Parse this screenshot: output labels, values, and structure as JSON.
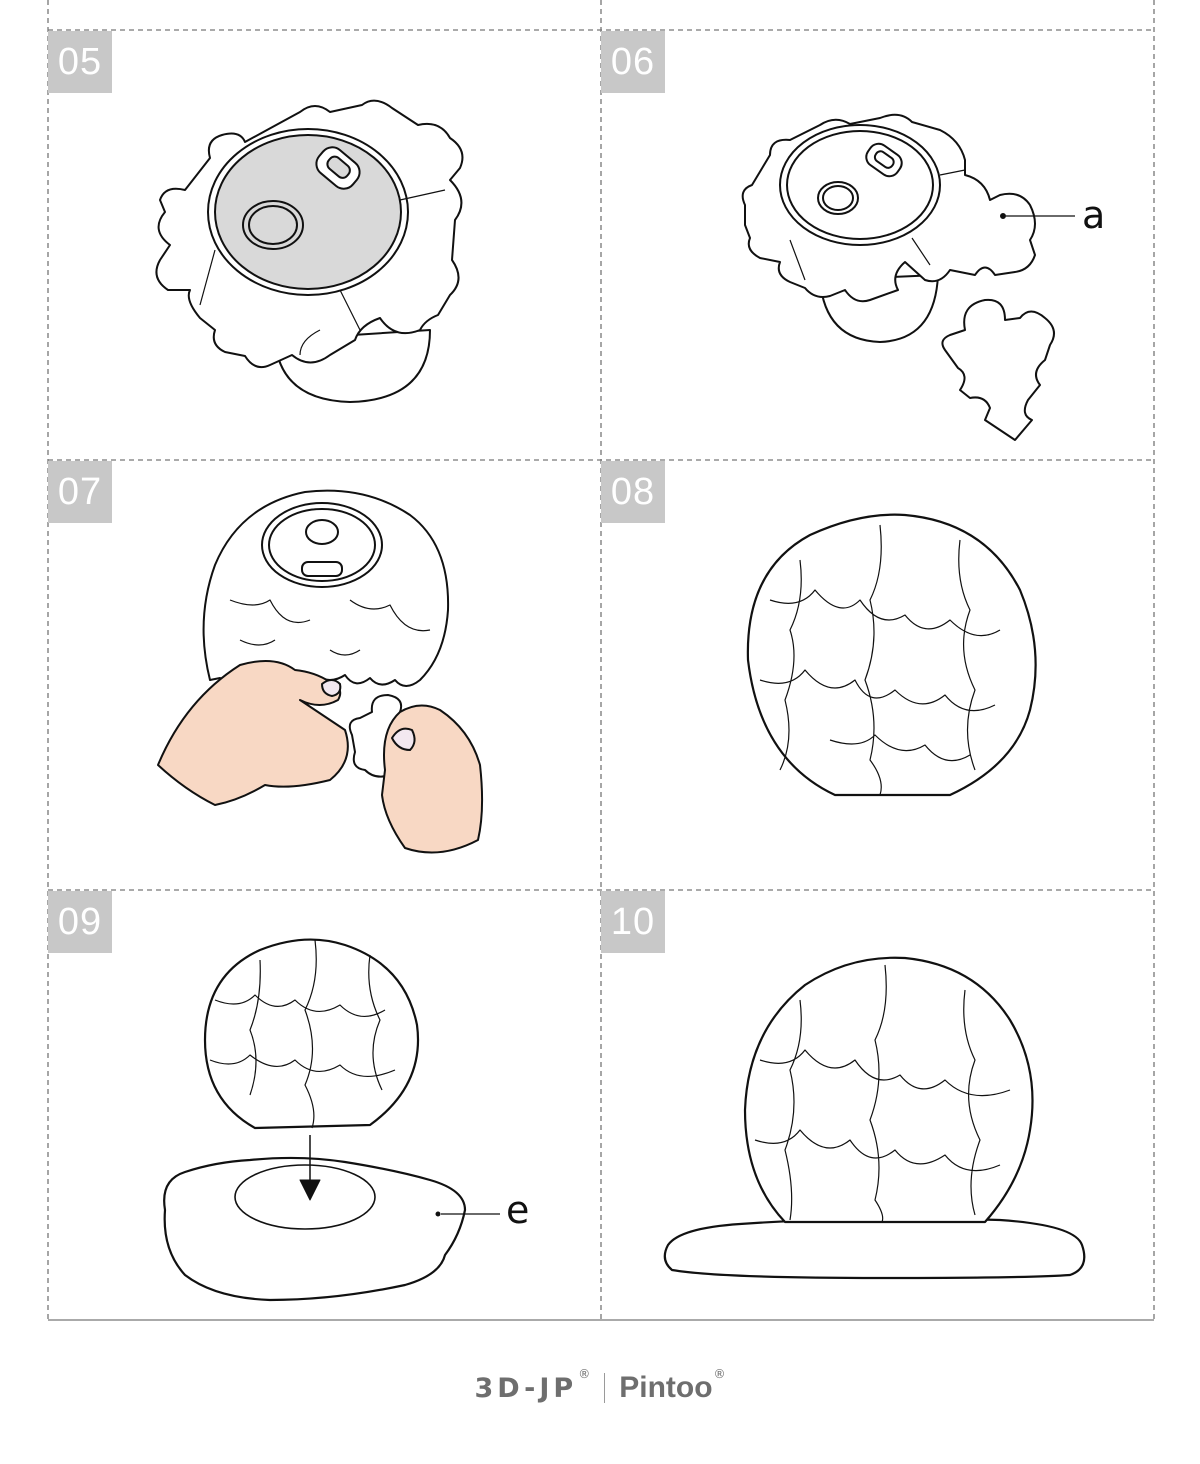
{
  "steps": [
    {
      "number": "05"
    },
    {
      "number": "06",
      "callout": "a"
    },
    {
      "number": "07"
    },
    {
      "number": "08"
    },
    {
      "number": "09",
      "callout": "e"
    },
    {
      "number": "10"
    }
  ],
  "footer": {
    "brand_primary": "3D-JP",
    "brand_secondary": "Pintoo",
    "registered_mark": "®"
  },
  "colors": {
    "step_badge": "#c8c8c8",
    "baseplate_fill": "#d9d9d9",
    "skin": "#f8d8c4",
    "line": "#111111",
    "brand_text": "#6e6e6e"
  }
}
